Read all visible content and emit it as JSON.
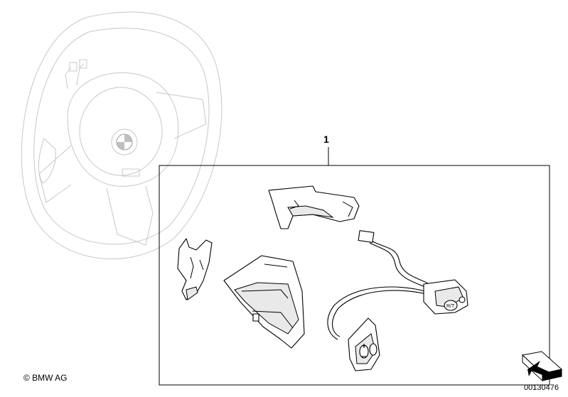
{
  "callout": {
    "number": "1"
  },
  "footer": {
    "copyright": "© BMW AG",
    "document_number": "00130476"
  },
  "parts": {
    "right_switch_label": "R/T"
  },
  "icons": {
    "orientation": "cube-arrow-icon",
    "bmw_logo": "bmw-roundel-icon"
  }
}
